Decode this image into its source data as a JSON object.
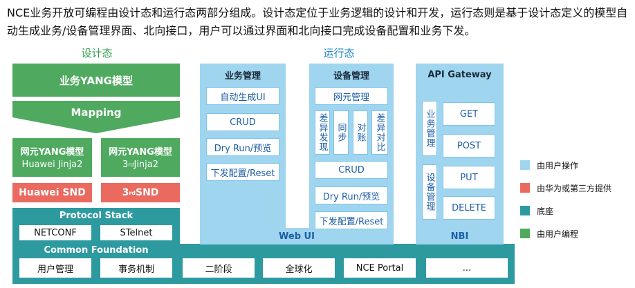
{
  "intro": "NCE业务开放可编程由设计态和运行态两部分组成。设计态定位于业务逻辑的设计和开发，运行态则是基于设计态定义的模型自动生成业务/设备管理界面、北向接口，用户可以通过界面和北向接口完成设备配置和业务下发。",
  "design": {
    "title": "设计态",
    "service_model": "业务YANG模型",
    "mapping": "Mapping",
    "ne_model_left": {
      "title": "网元YANG模型",
      "sub": "Huawei Jinja2"
    },
    "ne_model_right": {
      "title": "网元YANG模型",
      "sub_base": "3",
      "sub_sup": "rd",
      "sub_rest": " Jinja2"
    },
    "snd_left": "Huawei SND",
    "snd_right": {
      "base": "3",
      "sup": "rd",
      "rest": " SND"
    }
  },
  "runtime": {
    "title": "运行态",
    "webui_label": "Web UI",
    "service_mgmt": {
      "title": "业务管理",
      "items": [
        "自动生成UI",
        "CRUD",
        "Dry Run/预览",
        "下发配置/Reset"
      ]
    },
    "device_mgmt": {
      "title": "设备管理",
      "ne_mgmt": "网元管理",
      "vertical": [
        "差异发现",
        "同步",
        "对账",
        "差异对比"
      ],
      "items": [
        "CRUD",
        "Dry Run/预览",
        "下发配置/Reset"
      ]
    },
    "api": {
      "title": "API Gateway",
      "service_label": "业务管理",
      "device_label": "设备管理",
      "methods": [
        "GET",
        "POST",
        "PUT",
        "DELETE"
      ],
      "nbi_label": "NBI"
    }
  },
  "base": {
    "protocol_stack": "Protocol Stack",
    "protocols": [
      "NETCONF",
      "STelnet"
    ],
    "common_foundation": "Common Foundation",
    "foundation_items": [
      "用户管理",
      "事务机制",
      "二阶段",
      "全球化",
      "NCE Portal",
      "..."
    ]
  },
  "legend": [
    {
      "label": "由用户操作",
      "color": "#9fd5ef"
    },
    {
      "label": "由华为或第三方提供",
      "color": "#ea6a5f"
    },
    {
      "label": "底座",
      "color": "#2d9aa0"
    },
    {
      "label": "由用户编程",
      "color": "#4faa60"
    }
  ]
}
